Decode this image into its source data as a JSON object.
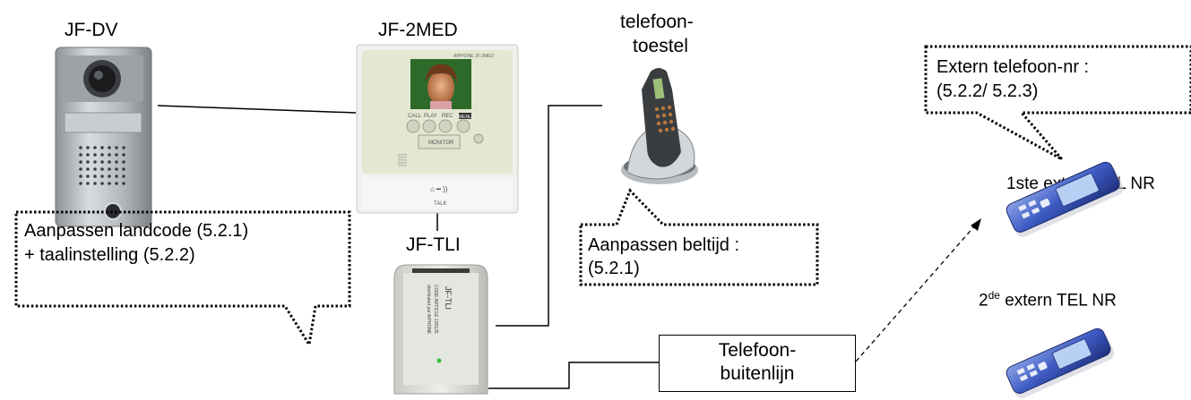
{
  "devices": {
    "door_station": "JF-DV",
    "monitor": "JF-2MED",
    "monitor_btn_call": "CALL",
    "monitor_btn_play": "PLAY",
    "monitor_btn_rec": "REC",
    "monitor_btn_menu": "MENU",
    "monitor_btn_monitor": "MONITOR",
    "monitor_talk": "TALK",
    "interface": "JF-TLI",
    "phone_line1": "telefoon-",
    "phone_line2": "toestel"
  },
  "callouts": {
    "landcode_line1": "Aanpassen landcode (5.2.1)",
    "landcode_line2": "+ taalinstelling (5.2.2)",
    "beltijd_line1": "Aanpassen beltijd :",
    "beltijd_line2": "(5.2.1)",
    "extern_line1": "Extern telefoon-nr :",
    "extern_line2": "(5.2.2/ 5.2.3)"
  },
  "line_box": {
    "line1": "Telefoon-",
    "line2": "buitenlijn"
  },
  "mobiles": {
    "first": "1ste extern TEL NR",
    "second_number": "2",
    "second_sup": "de",
    "second_rest": " extern TEL NR"
  }
}
